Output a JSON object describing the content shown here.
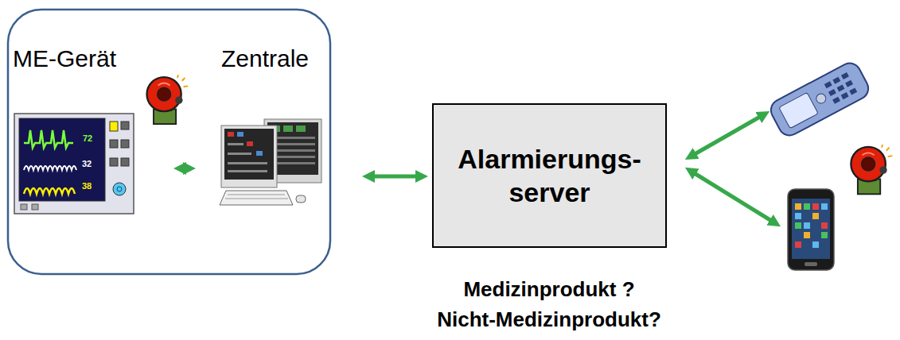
{
  "diagram": {
    "nodes": [
      {
        "text": [
          "ME-Gerät"
        ]
      },
      {
        "text": [
          "Zentrale"
        ]
      },
      {
        "text": [
          "Alarmierungs- server"
        ]
      }
    ],
    "edges": [
      {
        "from": 0,
        "to": 1,
        "arrow": "both"
      },
      {
        "from": 1,
        "to": 2,
        "arrow": "both"
      }
    ],
    "labels": [
      "72",
      "32",
      "38",
      "Medizinprodukt ?",
      "Nicht-Medizinprodukt?"
    ]
  }
}
